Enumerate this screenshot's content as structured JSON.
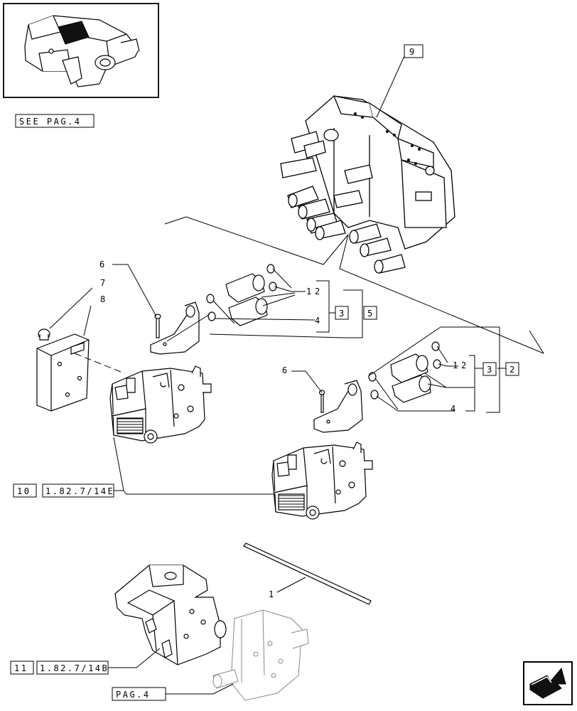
{
  "refs": {
    "see_pag": "SEE PAG.4",
    "ref9": "9",
    "ref10": "10",
    "ref10_code": "1.82.7/14E",
    "ref11": "11",
    "ref11_code": "1.82.7/14B",
    "pag4": "PAG.4",
    "box3_top": "3",
    "box5": "5",
    "box3_mid": "3",
    "box2": "2"
  },
  "callouts": {
    "c1": "1",
    "c2_top": "2",
    "c1_top": "1",
    "c4_top": "4",
    "c6_top": "6",
    "c7": "7",
    "c8": "8",
    "c6_mid": "6",
    "c1_mid": "1",
    "c2_mid": "2",
    "c4_mid": "4"
  },
  "icons": {
    "nav": "arrow-navigation-icon",
    "thumb": "valve-thumbnail"
  }
}
